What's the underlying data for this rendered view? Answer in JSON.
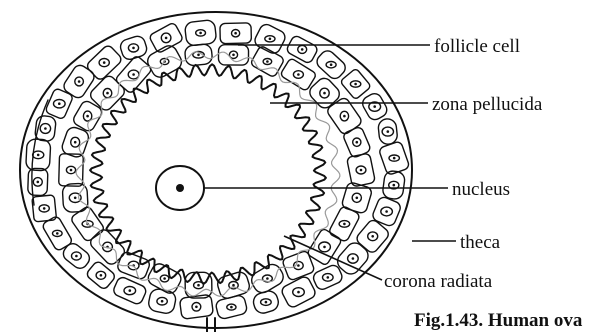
{
  "labels": {
    "follicle_cell": "follicle cell",
    "zona_pellucida": "zona pellucida",
    "nucleus": "nucleus",
    "theca": "theca",
    "corona_radiata": "corona radiata"
  },
  "caption": "Fig.1.43. Human ova"
}
